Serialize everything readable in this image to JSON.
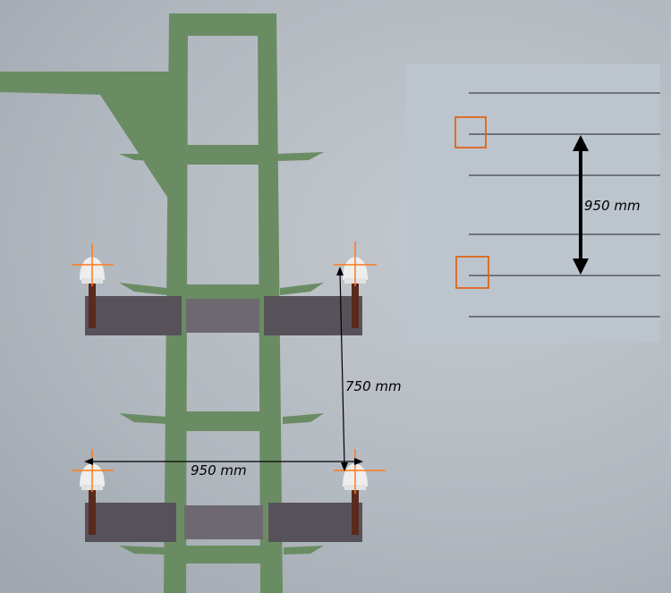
{
  "labels": {
    "vertical_spacing": "750 mm",
    "horizontal_spacing": "950 mm",
    "inset_spacing": "950 mm"
  },
  "colors": {
    "tower": "#6a8c63",
    "crossarm": "#57525a",
    "crosshair": "#ff7a1a",
    "insulator": "#eeeeee",
    "pin": "#5a2a1c",
    "inset_panel": "#bcc5ce",
    "conductor_line": "#555a60",
    "highlight_box": "#e0651b"
  },
  "icons": {
    "insulator": "insulator-icon",
    "crosshair": "crosshair-icon",
    "arrow": "double-arrow-icon"
  }
}
